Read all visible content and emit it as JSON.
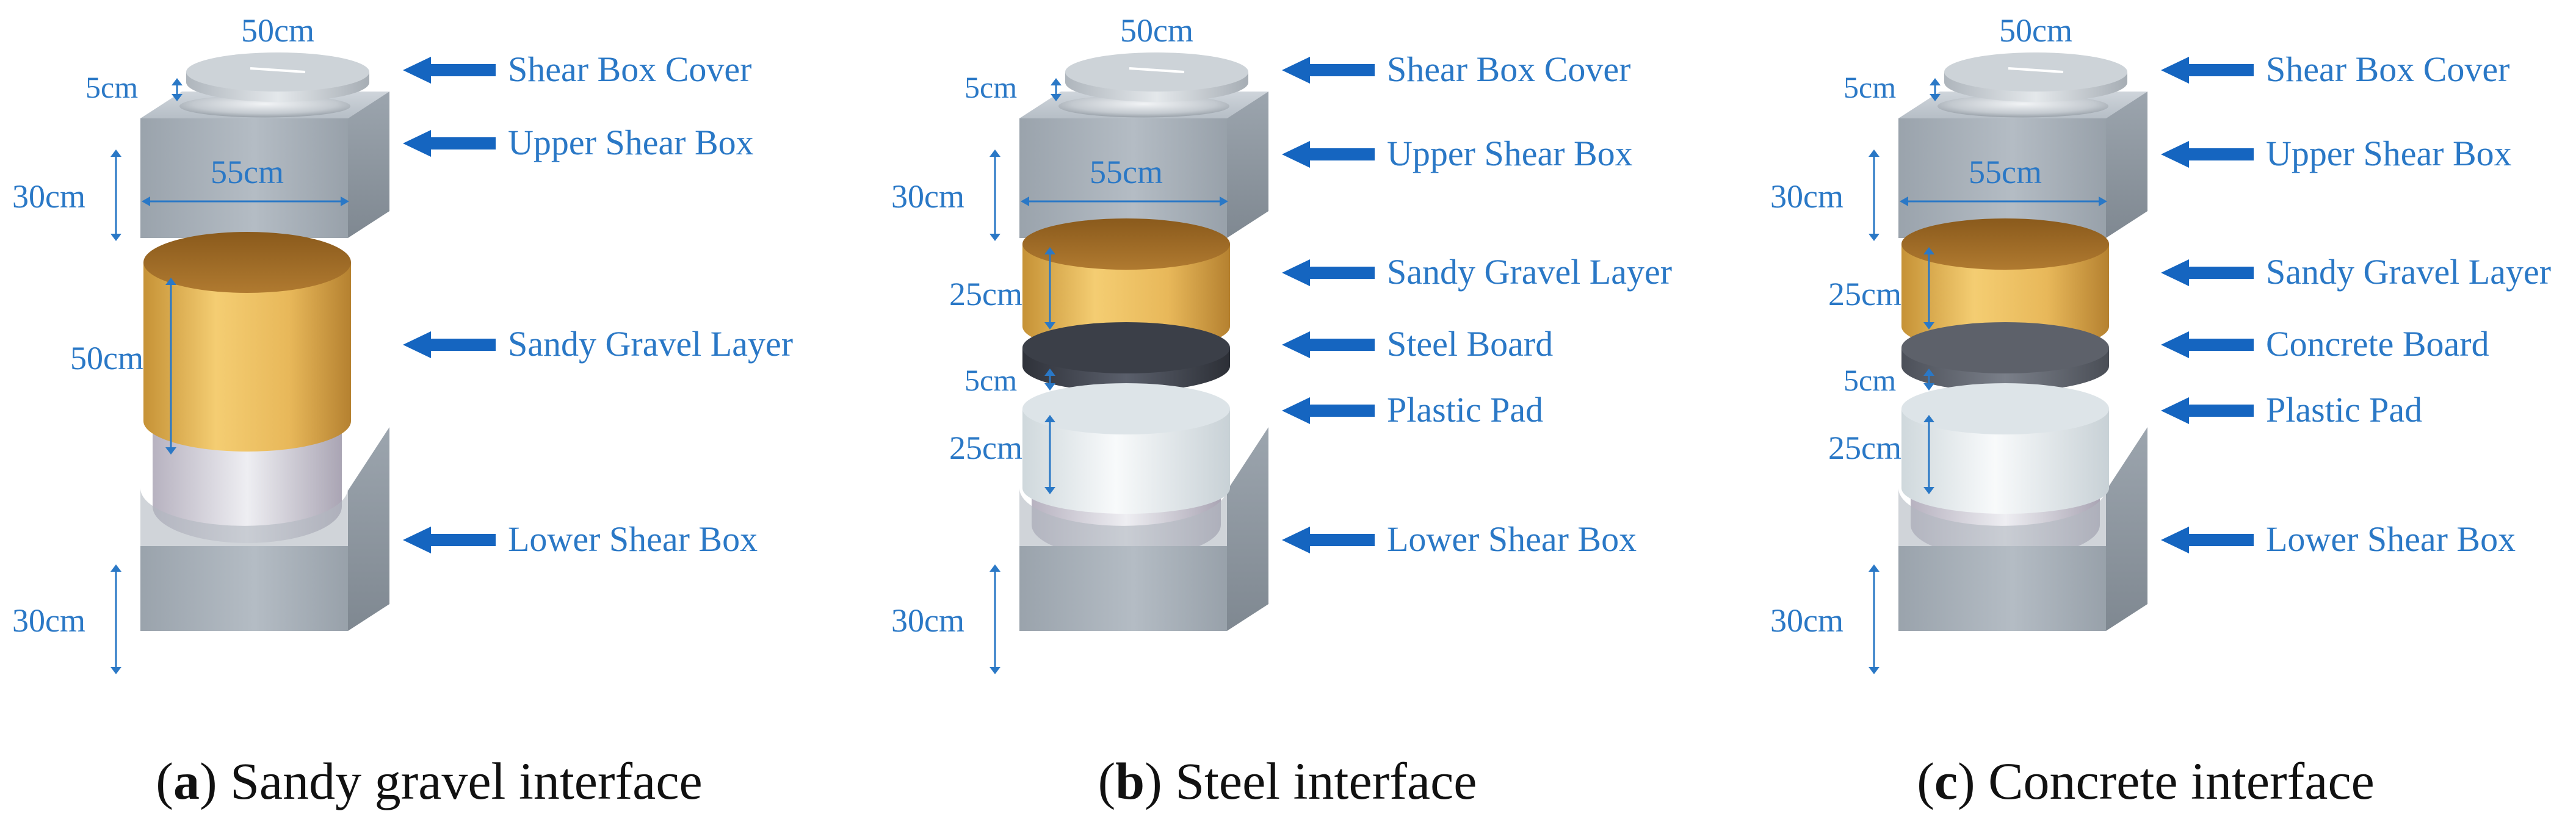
{
  "colors": {
    "label": "#2a78c6",
    "arrow": "#1565c0",
    "box_front": "#a7b0b9",
    "box_top": "#c2c9d0",
    "box_side": "#8a939c",
    "cover": "#c9cfd5",
    "sand_light": "#f2c96d",
    "sand_dark": "#b98730",
    "steel": "#4a4e58",
    "concrete": "#6b6f78",
    "pad": "#e9eef1"
  },
  "panels": [
    {
      "id": "a",
      "caption_letter": "a",
      "caption_text": ") Sandy gravel interface",
      "dims": {
        "cover_dia": "50cm",
        "cover_thick": "5cm",
        "upper_height": "30cm",
        "upper_width": "55cm",
        "layer_height": "50cm",
        "lower_height": "30cm"
      },
      "labels": [
        "Shear Box Cover",
        "Upper Shear Box",
        "Sandy Gravel Layer",
        "Lower Shear Box"
      ]
    },
    {
      "id": "b",
      "caption_letter": "b",
      "caption_text": ") Steel interface",
      "dims": {
        "cover_dia": "50cm",
        "cover_thick": "5cm",
        "upper_height": "30cm",
        "upper_width": "55cm",
        "sand_height": "25cm",
        "board_height": "5cm",
        "pad_height": "25cm",
        "lower_height": "30cm"
      },
      "labels": [
        "Shear Box Cover",
        "Upper Shear Box",
        "Sandy Gravel Layer",
        "Steel Board",
        "Plastic Pad",
        "Lower Shear Box"
      ]
    },
    {
      "id": "c",
      "caption_letter": "c",
      "caption_text": ") Concrete interface",
      "dims": {
        "cover_dia": "50cm",
        "cover_thick": "5cm",
        "upper_height": "30cm",
        "upper_width": "55cm",
        "sand_height": "25cm",
        "board_height": "5cm",
        "pad_height": "25cm",
        "lower_height": "30cm"
      },
      "labels": [
        "Shear Box Cover",
        "Upper Shear Box",
        "Sandy Gravel Layer",
        "Concrete Board",
        "Plastic Pad",
        "Lower Shear Box"
      ]
    }
  ]
}
